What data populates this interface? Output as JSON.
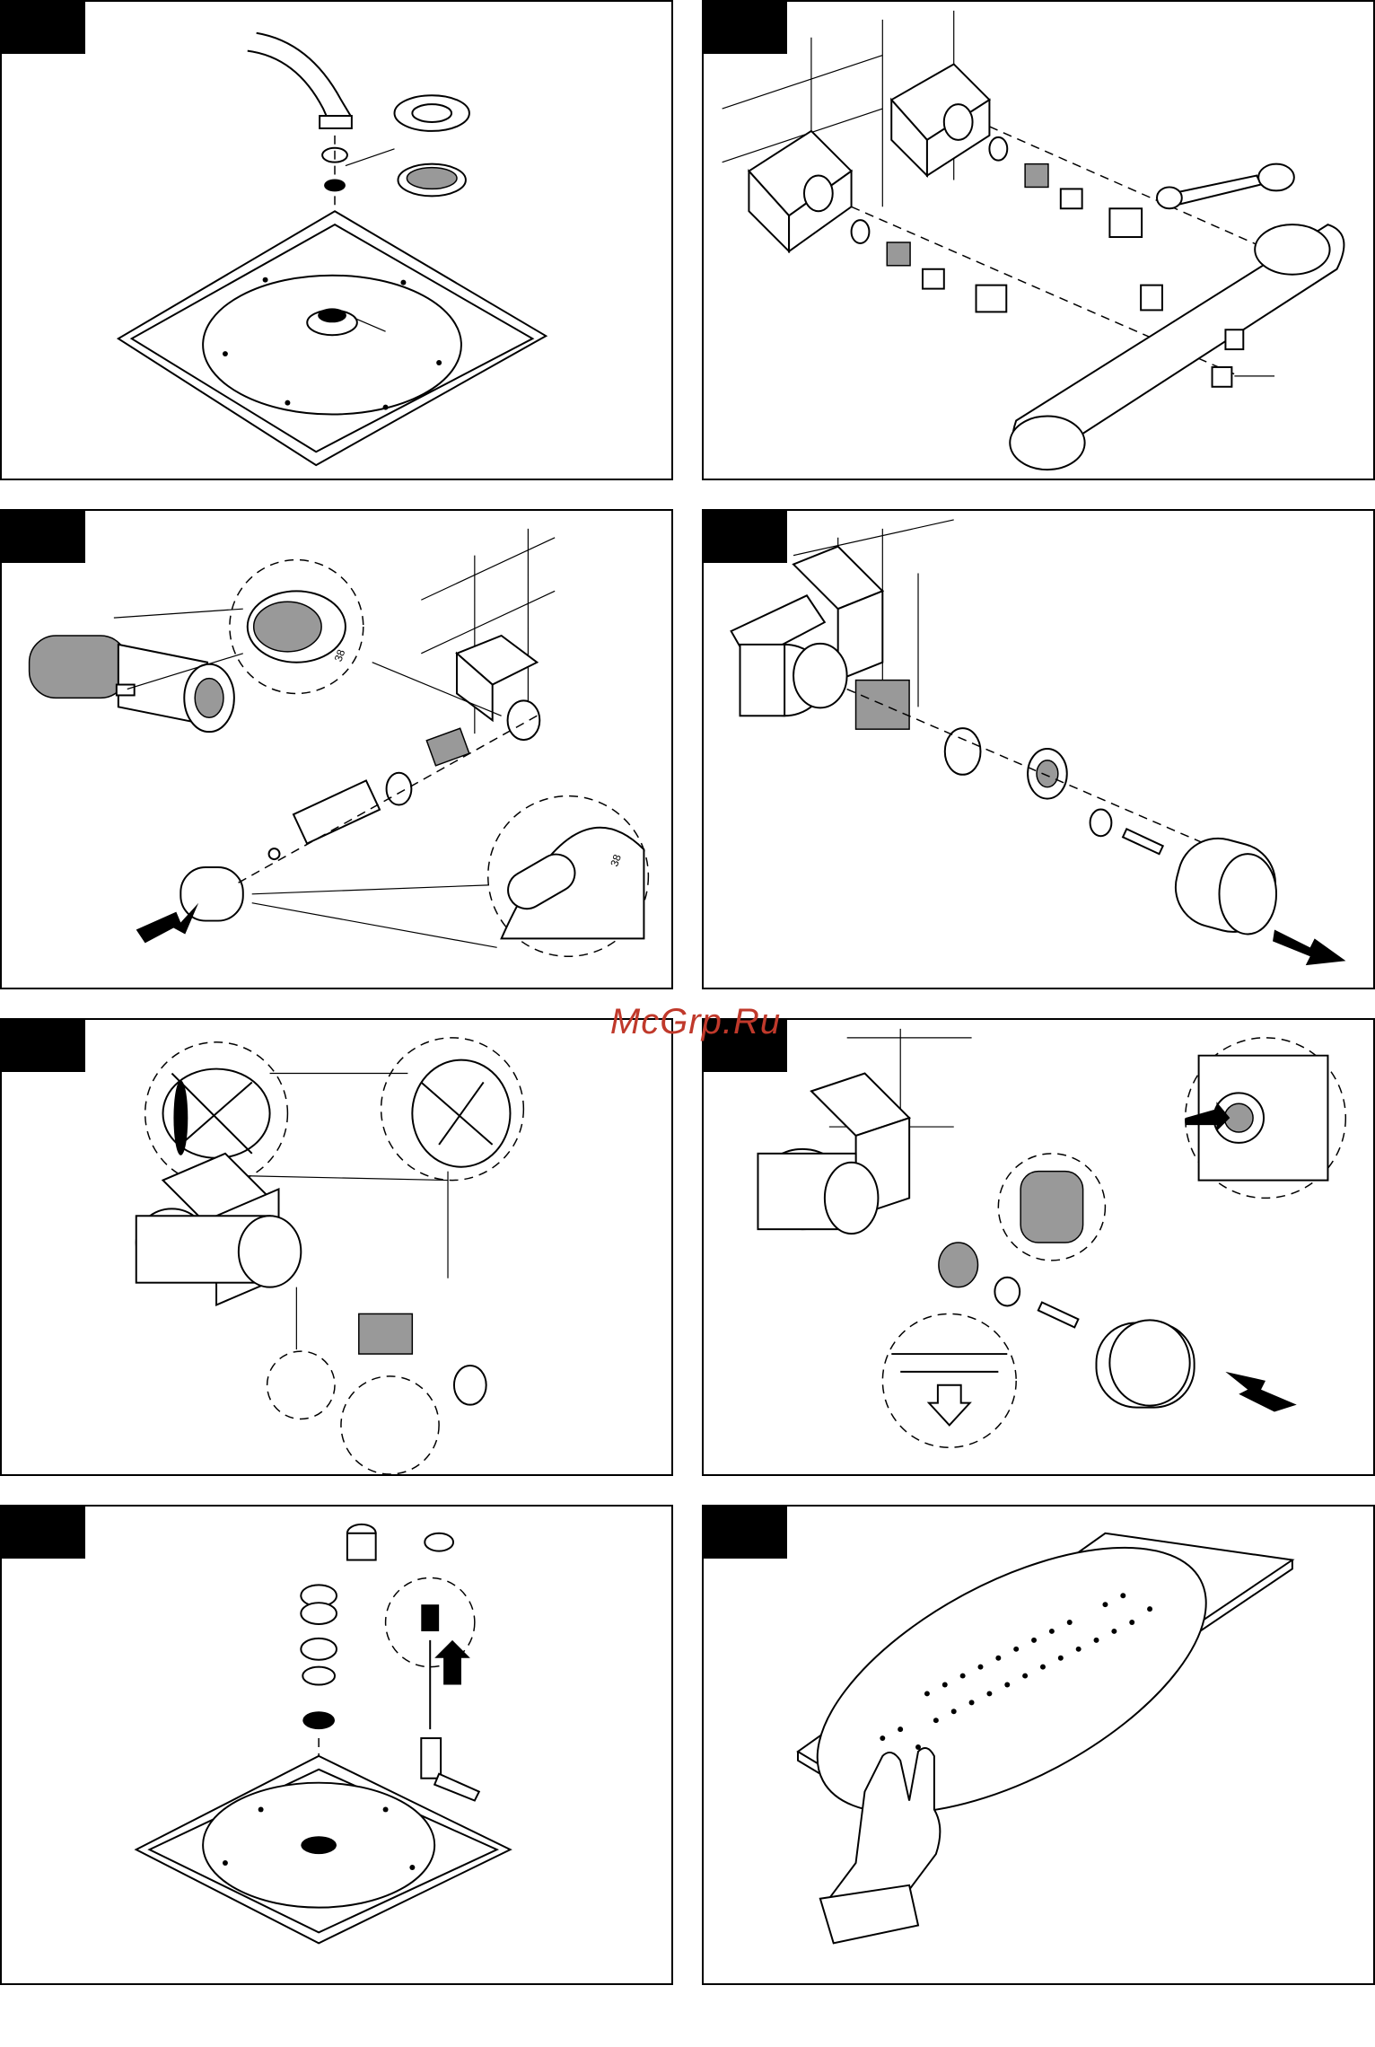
{
  "watermark": {
    "text": "McGrp.Ru",
    "color": "#c0392b"
  },
  "panels": [
    {
      "id": 1,
      "tab_color": "#000000"
    },
    {
      "id": 2,
      "tab_color": "#000000"
    },
    {
      "id": 3,
      "tab_color": "#000000",
      "dial_label": "38"
    },
    {
      "id": 4,
      "tab_color": "#000000"
    },
    {
      "id": 5,
      "tab_color": "#000000"
    },
    {
      "id": 6,
      "tab_color": "#000000"
    },
    {
      "id": 7,
      "tab_color": "#000000"
    },
    {
      "id": 8,
      "tab_color": "#000000"
    }
  ],
  "icons": [
    "direction-arrow-icon",
    "push-arrow-icon",
    "wrench-icon",
    "hand-icon"
  ]
}
